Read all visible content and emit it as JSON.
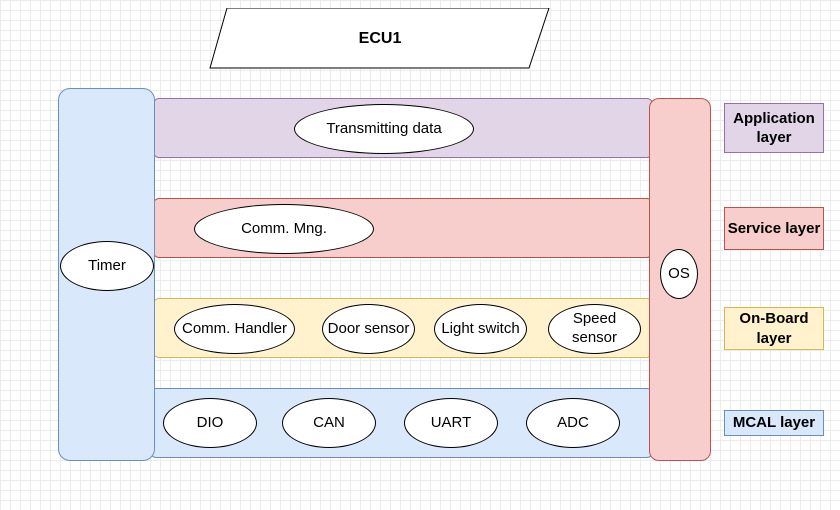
{
  "title": "ECU1",
  "columns": {
    "timer": "Timer",
    "os": "OS"
  },
  "layers": {
    "application": {
      "label": "Application layer",
      "components": [
        "Transmitting data"
      ]
    },
    "service": {
      "label": "Service layer",
      "components": [
        "Comm. Mng."
      ]
    },
    "onboard": {
      "label": "On-Board layer",
      "components": [
        "Comm. Handler",
        "Door sensor",
        "Light switch",
        "Speed sensor"
      ]
    },
    "mcal": {
      "label": "MCAL layer",
      "components": [
        "DIO",
        "CAN",
        "UART",
        "ADC"
      ]
    }
  },
  "colors": {
    "application_fill": "#e1d5e7",
    "application_stroke": "#9673a6",
    "service_fill": "#f8cecc",
    "service_stroke": "#b85450",
    "onboard_fill": "#fff2cc",
    "onboard_stroke": "#d6b656",
    "mcal_fill": "#dae8fc",
    "mcal_stroke": "#6c8ebf"
  }
}
